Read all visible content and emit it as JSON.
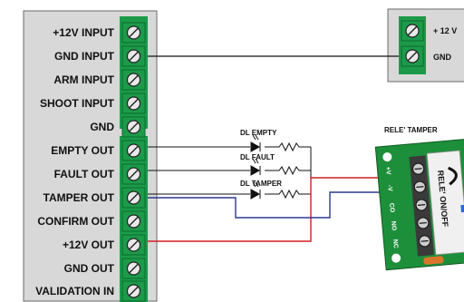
{
  "main_board": {
    "terminals": [
      "+12V INPUT",
      "GND INPUT",
      "ARM INPUT",
      "SHOOT INPUT",
      "GND",
      "EMPTY OUT",
      "FAULT OUT",
      "TAMPER OUT",
      "CONFIRM OUT",
      "+12V OUT",
      "GND OUT",
      "VALIDATION IN"
    ]
  },
  "power_block": {
    "terminals": [
      "+ 12 V",
      "GND"
    ]
  },
  "leds": [
    {
      "label": "DL EMPTY"
    },
    {
      "label": "DL FAULT"
    },
    {
      "label": "DL TAMPER"
    }
  ],
  "relay": {
    "title": "RELE' TAMPER",
    "pins": [
      "+V",
      "-V",
      "CO",
      "NO",
      "NC"
    ],
    "module_text": "RELE' ON/OFF"
  },
  "colors": {
    "red_wire": "#d21f26",
    "blue_wire": "#2b3a8f",
    "black_wire": "#111111",
    "terminal_green": "#1c9a4a",
    "board_grey": "#d8d8d8",
    "pcb_green": "#1d8f3a"
  }
}
